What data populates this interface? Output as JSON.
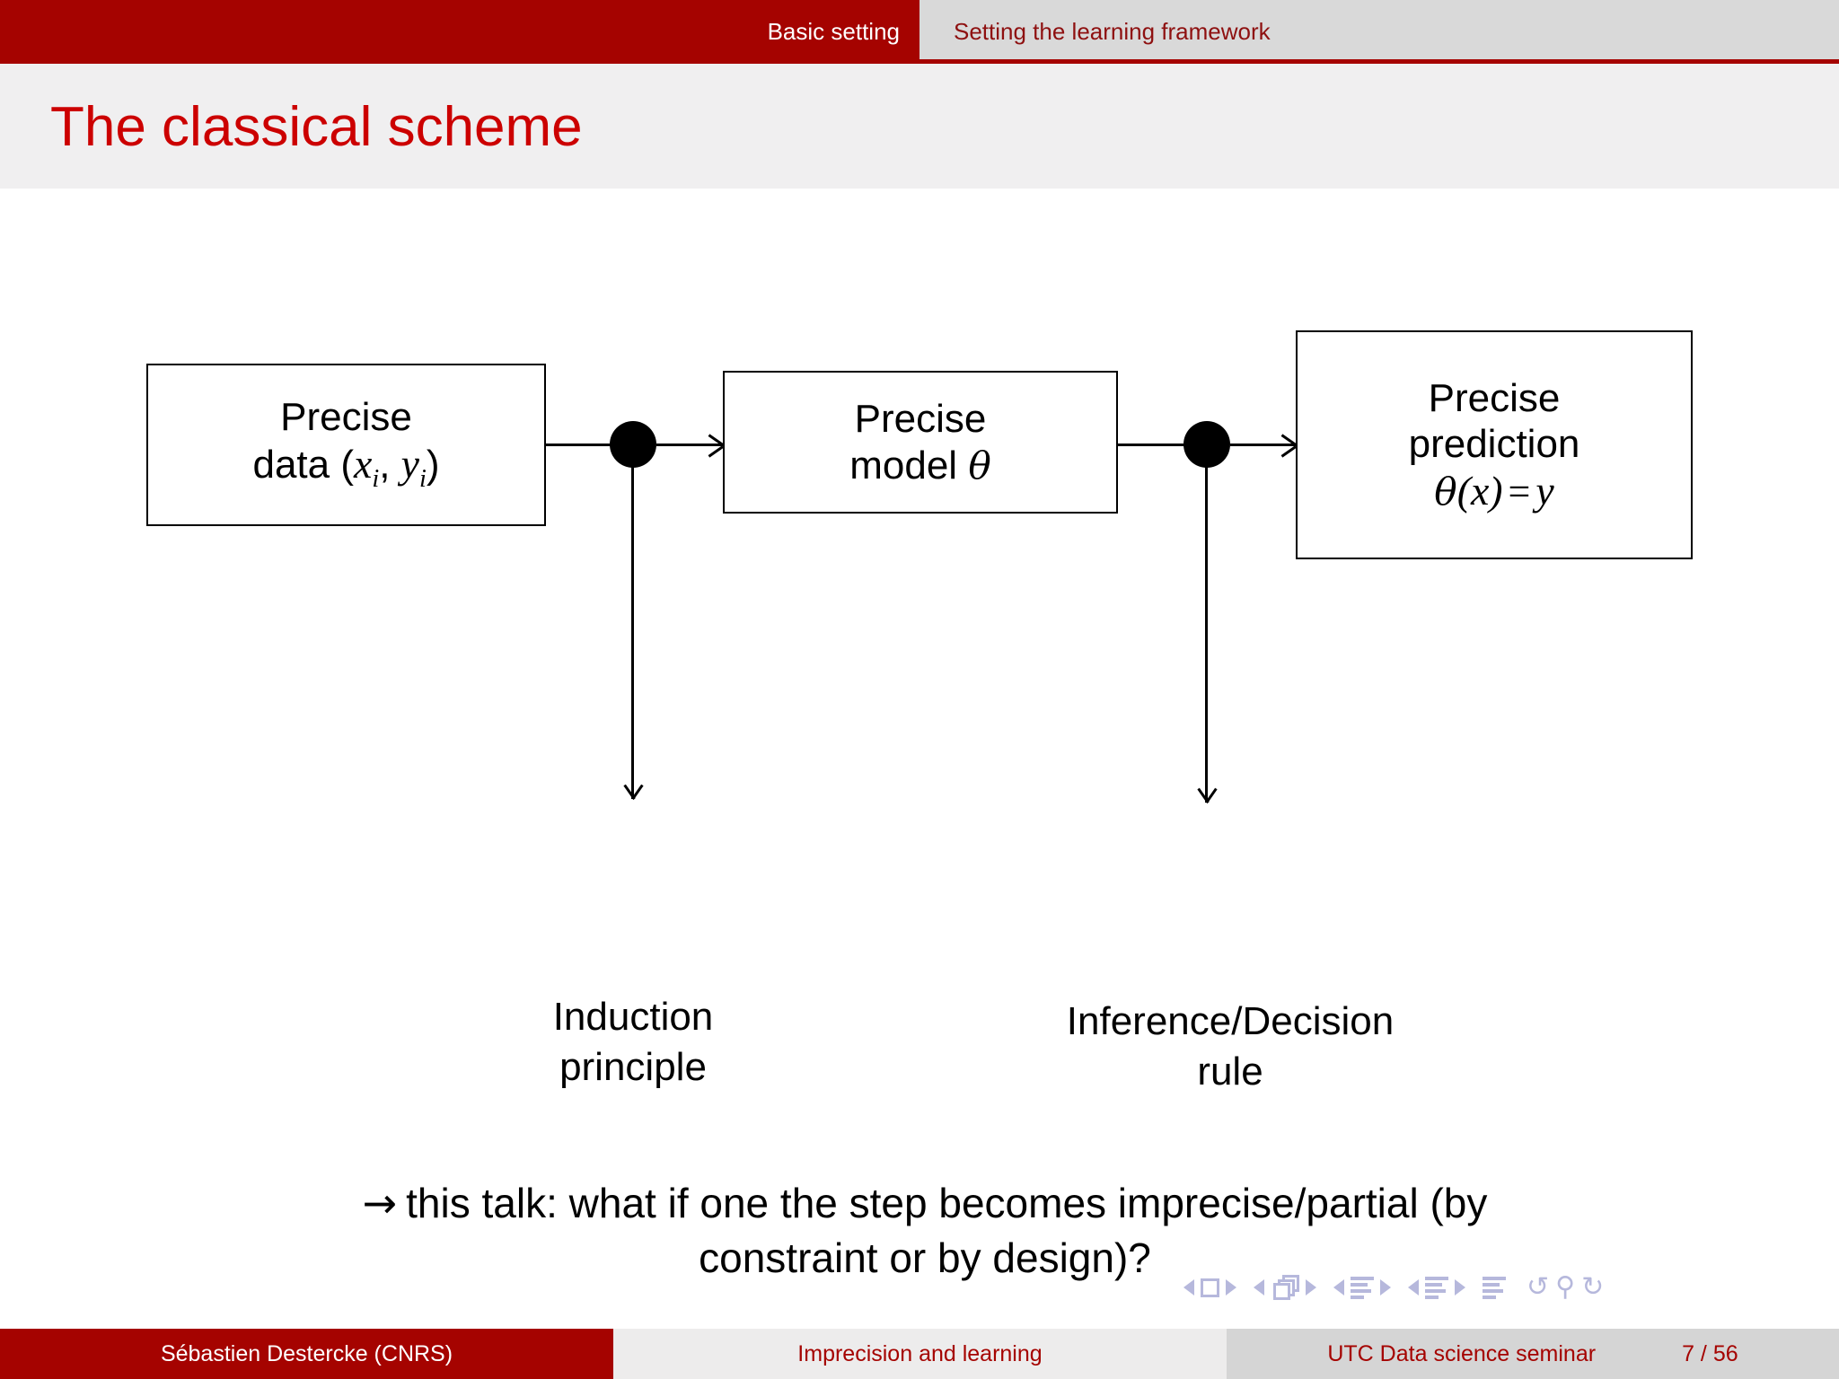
{
  "header": {
    "active_tab": "Basic setting",
    "inactive_tab": "Setting the learning framework",
    "accent_color": "#A50300",
    "inactive_bg": "#D9D9D9"
  },
  "title": {
    "text": "The classical scheme",
    "color": "#CC0000",
    "band_bg": "#F0EFF0"
  },
  "diagram": {
    "boxes": [
      {
        "id": "data",
        "line1": "Precise",
        "line2_prefix": "data (",
        "math_x": "x",
        "math_x_sub": "i",
        "math_sep": ", ",
        "math_y": "y",
        "math_y_sub": "i",
        "line2_suffix": ")"
      },
      {
        "id": "model",
        "line1": "Precise",
        "line2_prefix": "model ",
        "math_theta": "θ"
      },
      {
        "id": "prediction",
        "line1": "Precise",
        "line2": "prediction",
        "math_theta": "θ",
        "math_open": "(",
        "math_x": "x",
        "math_close": ")",
        "math_eq": "=",
        "math_y": "y"
      }
    ],
    "step_labels": [
      {
        "line1": "Induction",
        "line2": "principle"
      },
      {
        "line1": "Inference/Decision",
        "line2": "rule"
      }
    ]
  },
  "statement": {
    "arrow": "→",
    "line1": "this talk: what if one the step becomes imprecise/partial (by",
    "line2": "constraint or by design)?"
  },
  "navigation": {
    "back_glyph": "↺",
    "search_glyph": "⚲",
    "forward_glyph": "↻"
  },
  "footer": {
    "author": "Sébastien Destercke  (CNRS)",
    "talk_title": "Imprecision and learning",
    "venue": "UTC Data science seminar",
    "page": "7 / 56",
    "author_bg": "#A50300",
    "title_bg": "#EDECEC",
    "venue_bg": "#D5D5D5",
    "text_color": "#A50300"
  }
}
